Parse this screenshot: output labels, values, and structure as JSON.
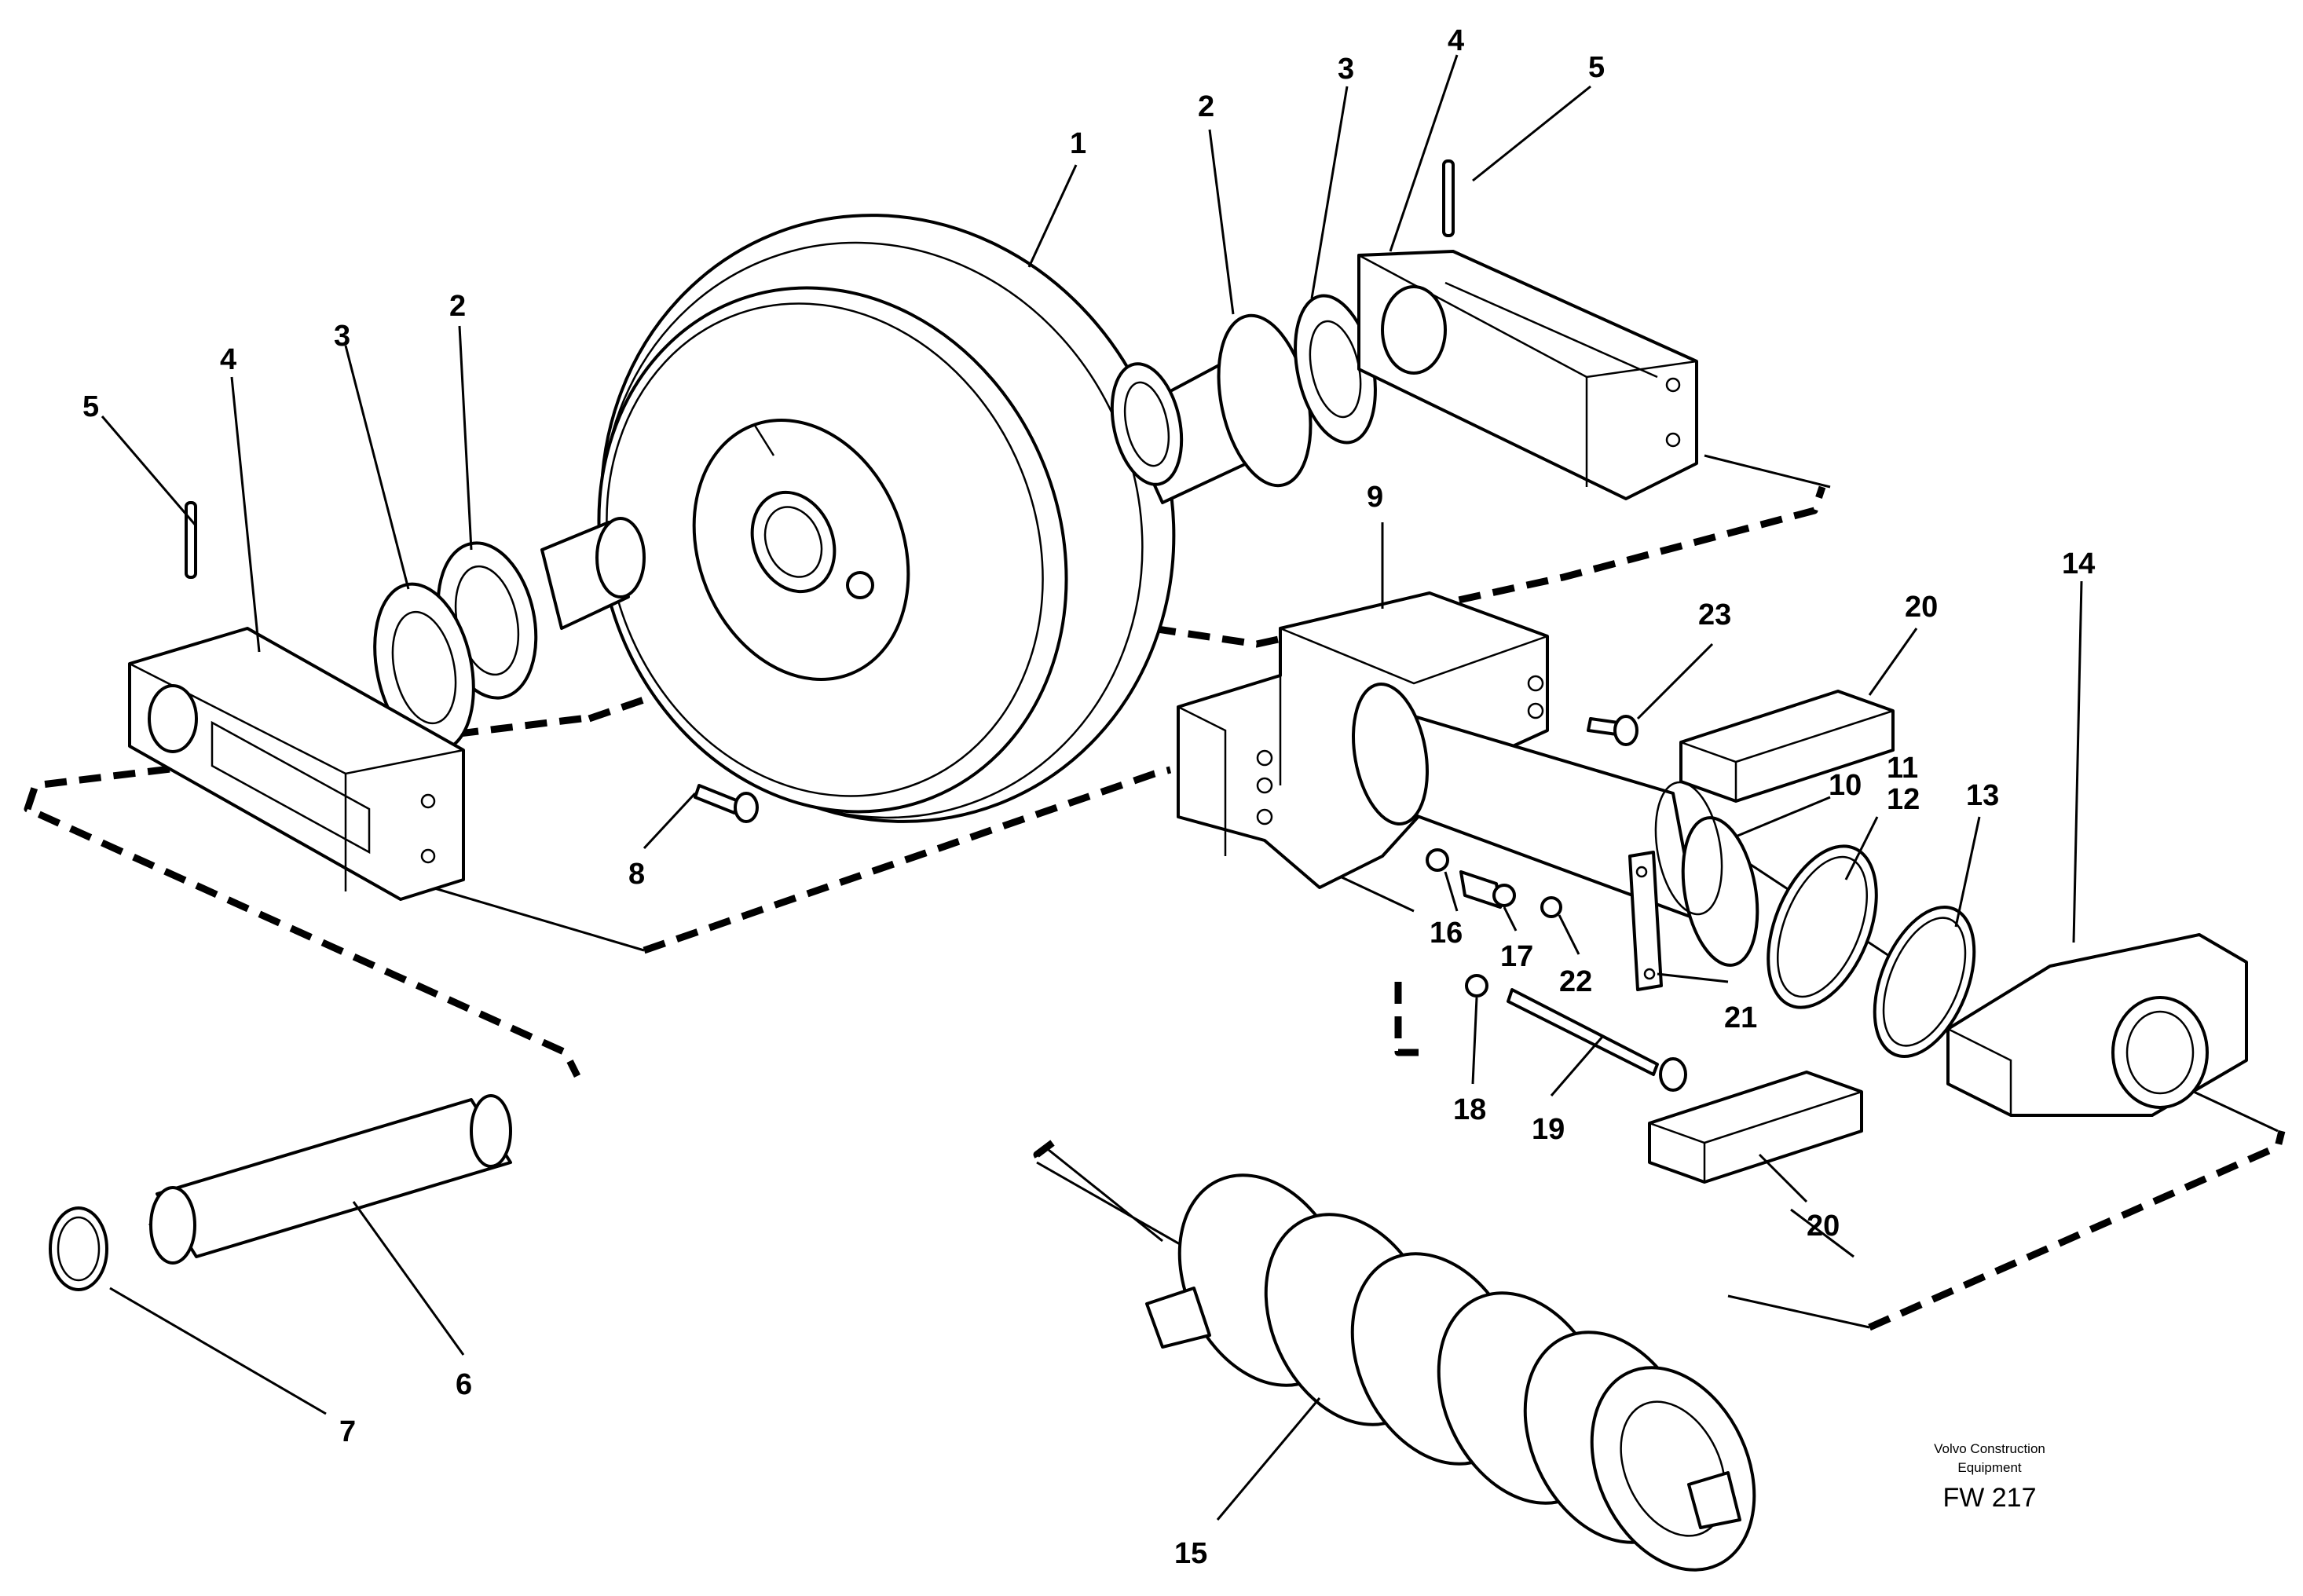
{
  "callouts": {
    "c1": "1",
    "c2a": "2",
    "c2b": "2",
    "c3a": "3",
    "c3b": "3",
    "c4a": "4",
    "c4b": "4",
    "c5a": "5",
    "c5b": "5",
    "c6": "6",
    "c7": "7",
    "c8": "8",
    "c9": "9",
    "c10": "10",
    "c11": "11",
    "c12": "12",
    "c13": "13",
    "c14": "14",
    "c15": "15",
    "c16": "16",
    "c17": "17",
    "c18": "18",
    "c19": "19",
    "c20a": "20",
    "c20b": "20",
    "c21": "21",
    "c22": "22",
    "c23": "23"
  },
  "footer": {
    "brand_line1": "Volvo Construction",
    "brand_line2": "Equipment",
    "drawing_code": "FW 217"
  }
}
